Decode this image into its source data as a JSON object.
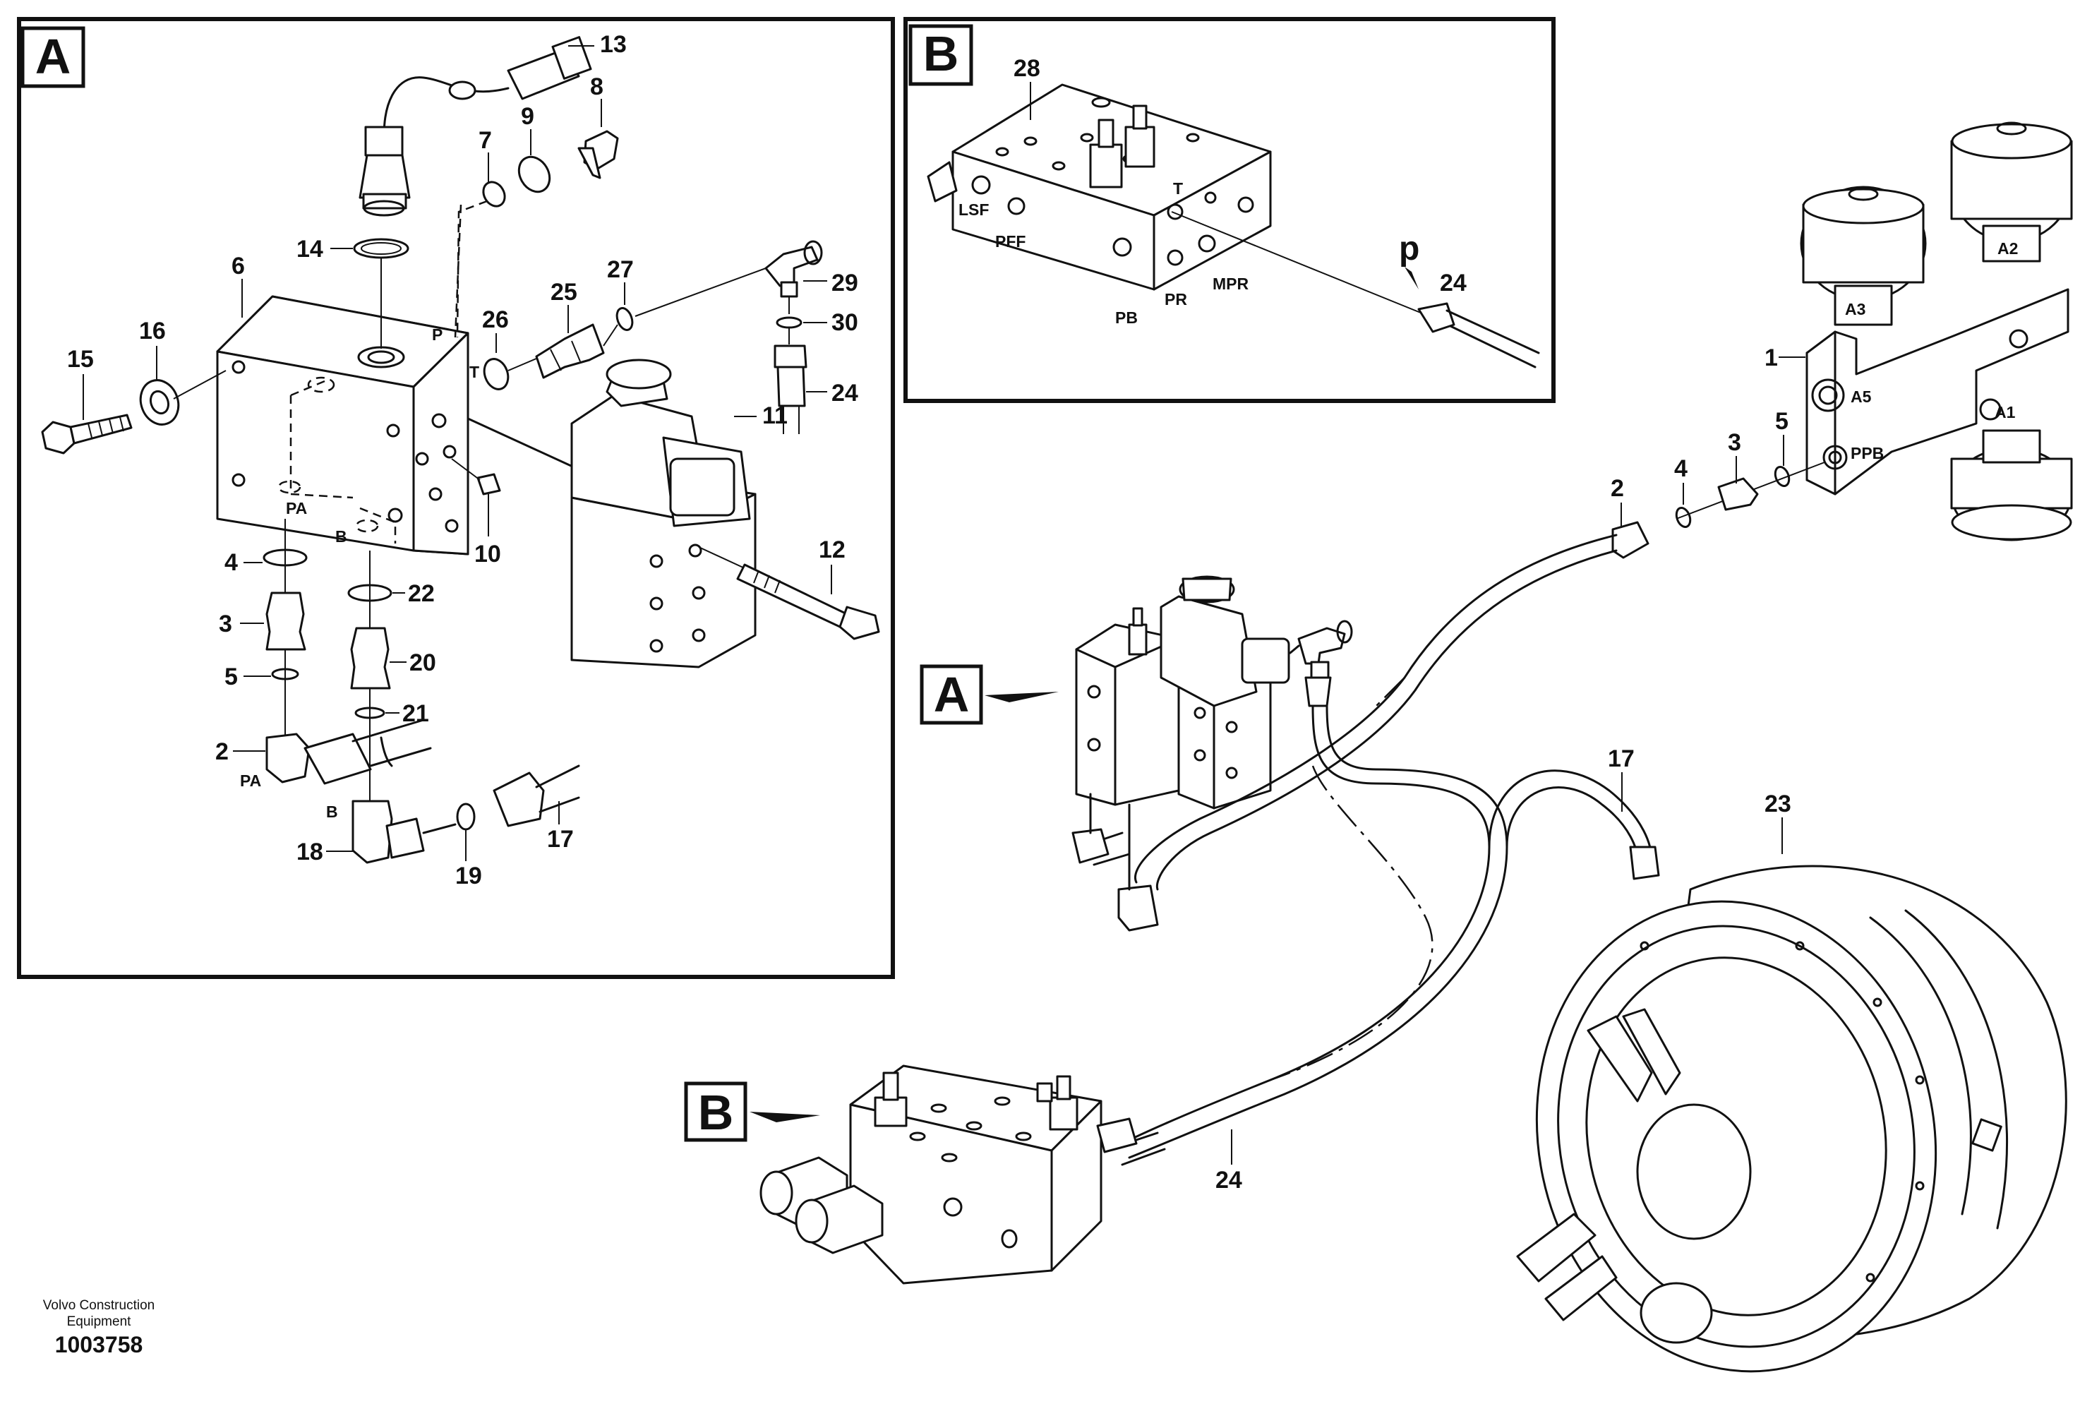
{
  "panels": {
    "detail_a_letter": "A",
    "detail_b_letter": "B"
  },
  "pointers": {
    "a_letter": "A",
    "b_letter": "B"
  },
  "callouts_a": {
    "n13": "13",
    "n8": "8",
    "n9": "9",
    "n7": "7",
    "n14": "14",
    "n6": "6",
    "n16": "16",
    "n15": "15",
    "n26": "26",
    "n25": "25",
    "n27": "27",
    "n29": "29",
    "n30": "30",
    "n24": "24",
    "n11": "11",
    "n10": "10",
    "n4": "4",
    "n3": "3",
    "n5": "5",
    "n2": "2",
    "n22": "22",
    "n20": "20",
    "n21": "21",
    "n18": "18",
    "n19": "19",
    "n17": "17",
    "n12": "12"
  },
  "ports_a": {
    "p": "P",
    "t": "T",
    "pa": "PA",
    "b": "B",
    "pa2": "PA",
    "b2": "B"
  },
  "callouts_b": {
    "n28": "28",
    "n24": "24",
    "p_mark": "p"
  },
  "ports_b": {
    "lsf": "LSF",
    "pff": "PFF",
    "t": "T",
    "pb": "PB",
    "pr": "PR",
    "mpr": "MPR"
  },
  "callouts_main": {
    "n1": "1",
    "n2": "2",
    "n4": "4",
    "n3": "3",
    "n5": "5",
    "n17": "17",
    "n23": "23",
    "n24": "24"
  },
  "ports_main": {
    "a3": "A3",
    "a2": "A2",
    "a5": "A5",
    "a1": "A1",
    "ppb": "PPB"
  },
  "footer": {
    "company_line1": "Volvo Construction",
    "company_line2": "Equipment",
    "figure_number": "1003758"
  }
}
